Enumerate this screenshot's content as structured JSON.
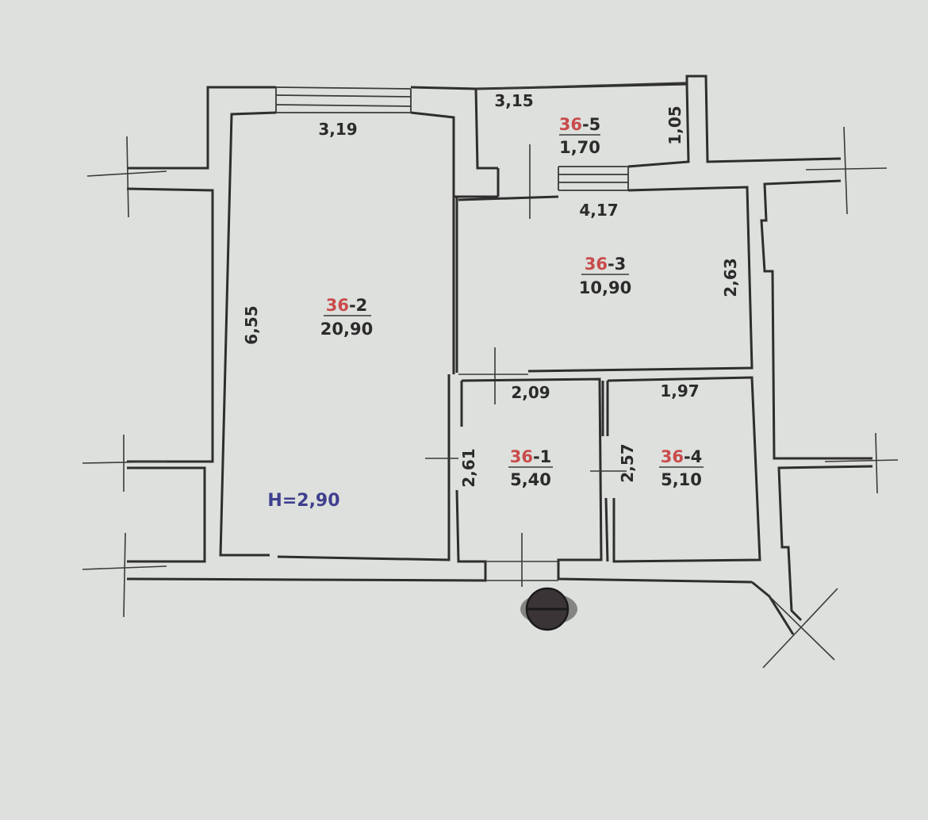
{
  "rooms": [
    {
      "prefix": "36",
      "suffix": "-2",
      "area": "20,90"
    },
    {
      "prefix": "36",
      "suffix": "-3",
      "area": "10,90"
    },
    {
      "prefix": "36",
      "suffix": "-5",
      "area": "1,70"
    },
    {
      "prefix": "36",
      "suffix": "-1",
      "area": "5,40"
    },
    {
      "prefix": "36",
      "suffix": "-4",
      "area": "5,10"
    }
  ],
  "dimensions": {
    "room2_width": "3,19",
    "room2_length": "6,55",
    "room5_width": "3,15",
    "room5_depth": "1,05",
    "room3_width": "4,17",
    "room3_depth": "2,63",
    "room1_width": "2,09",
    "room1_depth": "2,61",
    "room4_width": "1,97",
    "room4_depth": "2,57"
  },
  "ceiling_height": "H=2,90"
}
